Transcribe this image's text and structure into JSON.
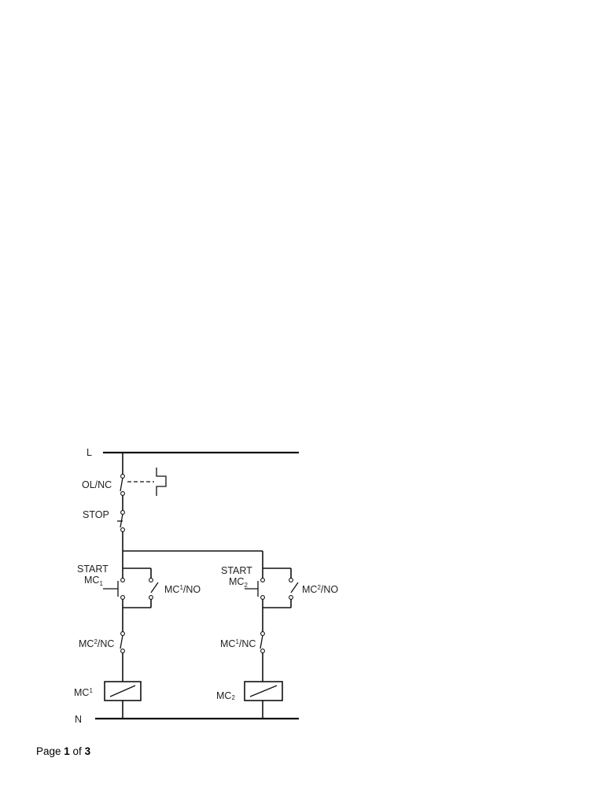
{
  "labels": {
    "line": "L",
    "neutral": "N",
    "overload": "OL/NC",
    "stop": "STOP",
    "start_1": "START",
    "start_1_coil": "MC",
    "start_1_coil_sub": "1",
    "hold_1": "MC",
    "hold_1_sub": "1",
    "hold_1_suffix": "/NO",
    "interlock_1": "MC",
    "interlock_1_sub": "2",
    "interlock_1_suffix": "/NC",
    "coil_1": "MC",
    "coil_1_sub": "1",
    "start_2": "START",
    "start_2_coil": "MC",
    "start_2_coil_sub": "2",
    "hold_2": "MC",
    "hold_2_sub": "2",
    "hold_2_suffix": "/NO",
    "interlock_2": "MC",
    "interlock_2_sub": "1",
    "interlock_2_suffix": "/NC",
    "coil_2": "MC",
    "coil_2_sub": "2"
  },
  "footer": {
    "prefix": "Page ",
    "current": "1",
    "middle": " of ",
    "total": "3"
  }
}
